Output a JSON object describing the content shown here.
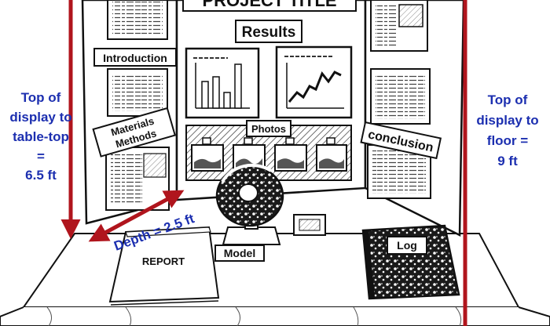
{
  "board": {
    "project_title": "PROJECT TITLE",
    "results": "Results",
    "introduction": "Introduction",
    "materials": "Materials",
    "methods": "Methods",
    "photos": "Photos",
    "conclusion": "conclusion"
  },
  "table": {
    "report": "REPORT",
    "model": "Model",
    "log": "Log"
  },
  "annotations": {
    "left_lines": [
      "Top of",
      "display to",
      "table-top",
      "=",
      "6.5 ft"
    ],
    "right_lines": [
      "Top of",
      "display to",
      "floor =",
      "9 ft"
    ],
    "depth": "Depth = 2.5 ft"
  },
  "colors": {
    "arrow": "#b0151d",
    "annotation_text": "#1c2fb0",
    "ink": "#111111",
    "paper": "#ffffff"
  },
  "icons": {
    "graph_left": "bar-chart-icon",
    "graph_right": "line-chart-icon",
    "photo": "photo-thumbnail-icon"
  }
}
